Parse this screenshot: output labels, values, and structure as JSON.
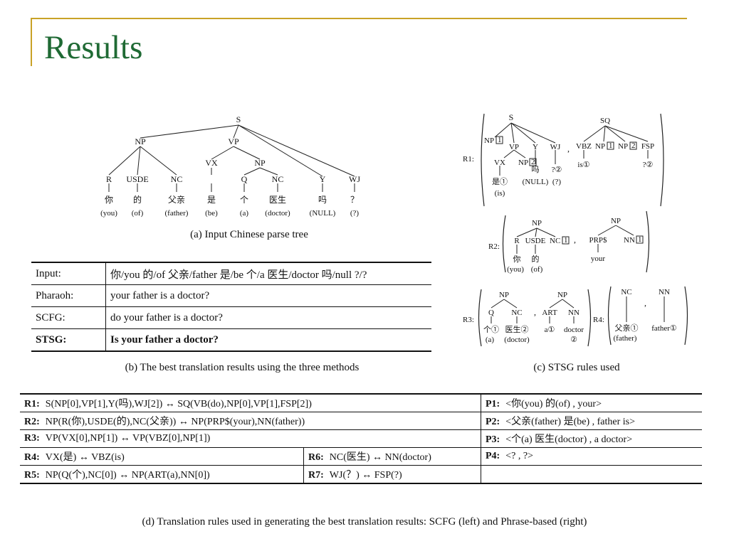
{
  "slide": {
    "title": "Results"
  },
  "figure_a": {
    "caption": "(a) Input Chinese parse tree",
    "nodes": {
      "S": "S",
      "NP": "NP",
      "VP": "VP",
      "VX": "VX",
      "NP2": "NP",
      "R": "R",
      "USDE": "USDE",
      "NC": "NC",
      "Q": "Q",
      "NC2": "NC",
      "Y": "Y",
      "WJ": "WJ"
    },
    "words": [
      "你",
      "的",
      "父亲",
      "是",
      "个",
      "医生",
      "吗",
      "？"
    ],
    "glosses": [
      "(you)",
      "(of)",
      "(father)",
      "(be)",
      "(a)",
      "(doctor)",
      "(NULL)",
      "(?)"
    ]
  },
  "figure_b": {
    "caption": "(b) The best translation results using the three methods",
    "rows": [
      {
        "label": "Input:",
        "text": "你/you 的/of 父亲/father 是/be 个/a 医生/doctor 吗/null ?/?"
      },
      {
        "label": "Pharaoh:",
        "text": "your father is a doctor?"
      },
      {
        "label": "SCFG:",
        "text": "do your father is a doctor?"
      },
      {
        "label": "STSG:",
        "text": "Is your father a doctor?"
      }
    ]
  },
  "figure_c": {
    "caption": "(c) STSG rules used",
    "r1": {
      "label": "R1:",
      "src": {
        "S": "S",
        "NP": "NP",
        "b1": "1",
        "VP": "VP",
        "Y": "Y",
        "WJ": "WJ",
        "VX": "VX",
        "NP2": "NP",
        "b2": "2",
        "shi": "是①",
        "is_gloss": "(is)",
        "ma": "吗",
        "null": "(NULL)",
        "q": "?②",
        "qg": "(?)"
      },
      "tgt": {
        "SQ": "SQ",
        "VBZ": "VBZ",
        "NP": "NP",
        "b1": "1",
        "NP2": "NP",
        "b2": "2",
        "FSP": "FSP",
        "is": "is①",
        "q": "?②"
      }
    },
    "r2": {
      "label": "R2:",
      "src": {
        "NP": "NP",
        "R": "R",
        "USDE": "USDE",
        "NC": "NC",
        "b": "1",
        "ni": "你",
        "de": "的",
        "g1": "(you)",
        "g2": "(of)"
      },
      "tgt": {
        "NP": "NP",
        "PRP": "PRP$",
        "NN": "NN",
        "b": "1",
        "your": "your"
      }
    },
    "r3": {
      "label": "R3:",
      "src": {
        "NP": "NP",
        "Q": "Q",
        "NC": "NC",
        "ge": "个①",
        "ys": "医生②",
        "g1": "(a)",
        "g2": "(doctor)"
      },
      "tgt": {
        "NP": "NP",
        "ART": "ART",
        "NN": "NN",
        "a": "a①",
        "doctor": "doctor",
        "c2": "②"
      }
    },
    "r4": {
      "label": "R4:",
      "src": {
        "NC": "NC",
        "fq": "父亲①",
        "g": "(father)"
      },
      "tgt": {
        "NN": "NN",
        "father": "father①"
      }
    }
  },
  "figure_d": {
    "caption": "(d) Translation rules used in generating the best translation results: SCFG (left) and Phrase-based (right)",
    "rows": [
      {
        "r_label": "R1:",
        "r_text": "S(NP[0],VP[1],Y(吗),WJ[2]) ↔ SQ(VB(do),NP[0],VP[1],FSP[2])",
        "p_label": "P1:",
        "p_text": "<你(you) 的(of) , your>"
      },
      {
        "r_label": "R2:",
        "r_text": "NP(R(你),USDE(的),NC(父亲)) ↔ NP(PRP$(your),NN(father))",
        "p_label": "P2:",
        "p_text": "<父亲(father) 是(be) , father is>"
      },
      {
        "r_label": "R3:",
        "r_text": "VP(VX[0],NP[1]) ↔ VP(VBZ[0],NP[1])",
        "p_label": "P3:",
        "p_text": "<个(a) 医生(doctor) ,  a doctor>"
      },
      {
        "r_label": "R4:",
        "r_text": "VX(是) ↔ VBZ(is)",
        "r6_label": "R6:",
        "r6_text": "NC(医生) ↔ NN(doctor)",
        "p_label": "P4:",
        "p_text": "<? , ?>"
      },
      {
        "r_label": "R5:",
        "r_text": "NP(Q(个),NC[0]) ↔ NP(ART(a),NN[0])",
        "r7_label": "R7:",
        "r7_text": "WJ(？) ↔ FSP(?)",
        "p_label": "",
        "p_text": ""
      }
    ]
  }
}
